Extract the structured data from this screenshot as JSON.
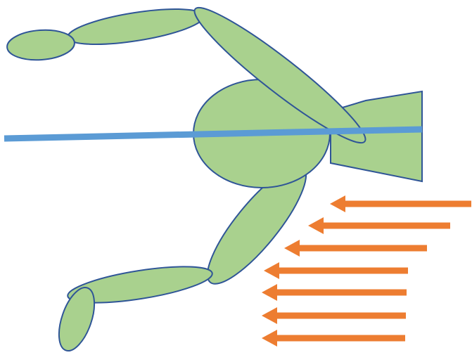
{
  "diagram": {
    "subject": "",
    "colors": {
      "background": "#FFFFFF",
      "body_fill": "#A9D18E",
      "body_outline": "#2F5597",
      "axis_line": "#5B9BD5",
      "arrow": "#ED7D31"
    },
    "elements": {
      "figure_parts": [
        "torso",
        "head",
        "upper-arm-top",
        "forearm-top",
        "hand-top",
        "upper-arm-bottom",
        "forearm-bottom",
        "hand-bottom"
      ],
      "axis_lines": 1,
      "arrow_count": 7,
      "arrow_direction": "left"
    }
  }
}
